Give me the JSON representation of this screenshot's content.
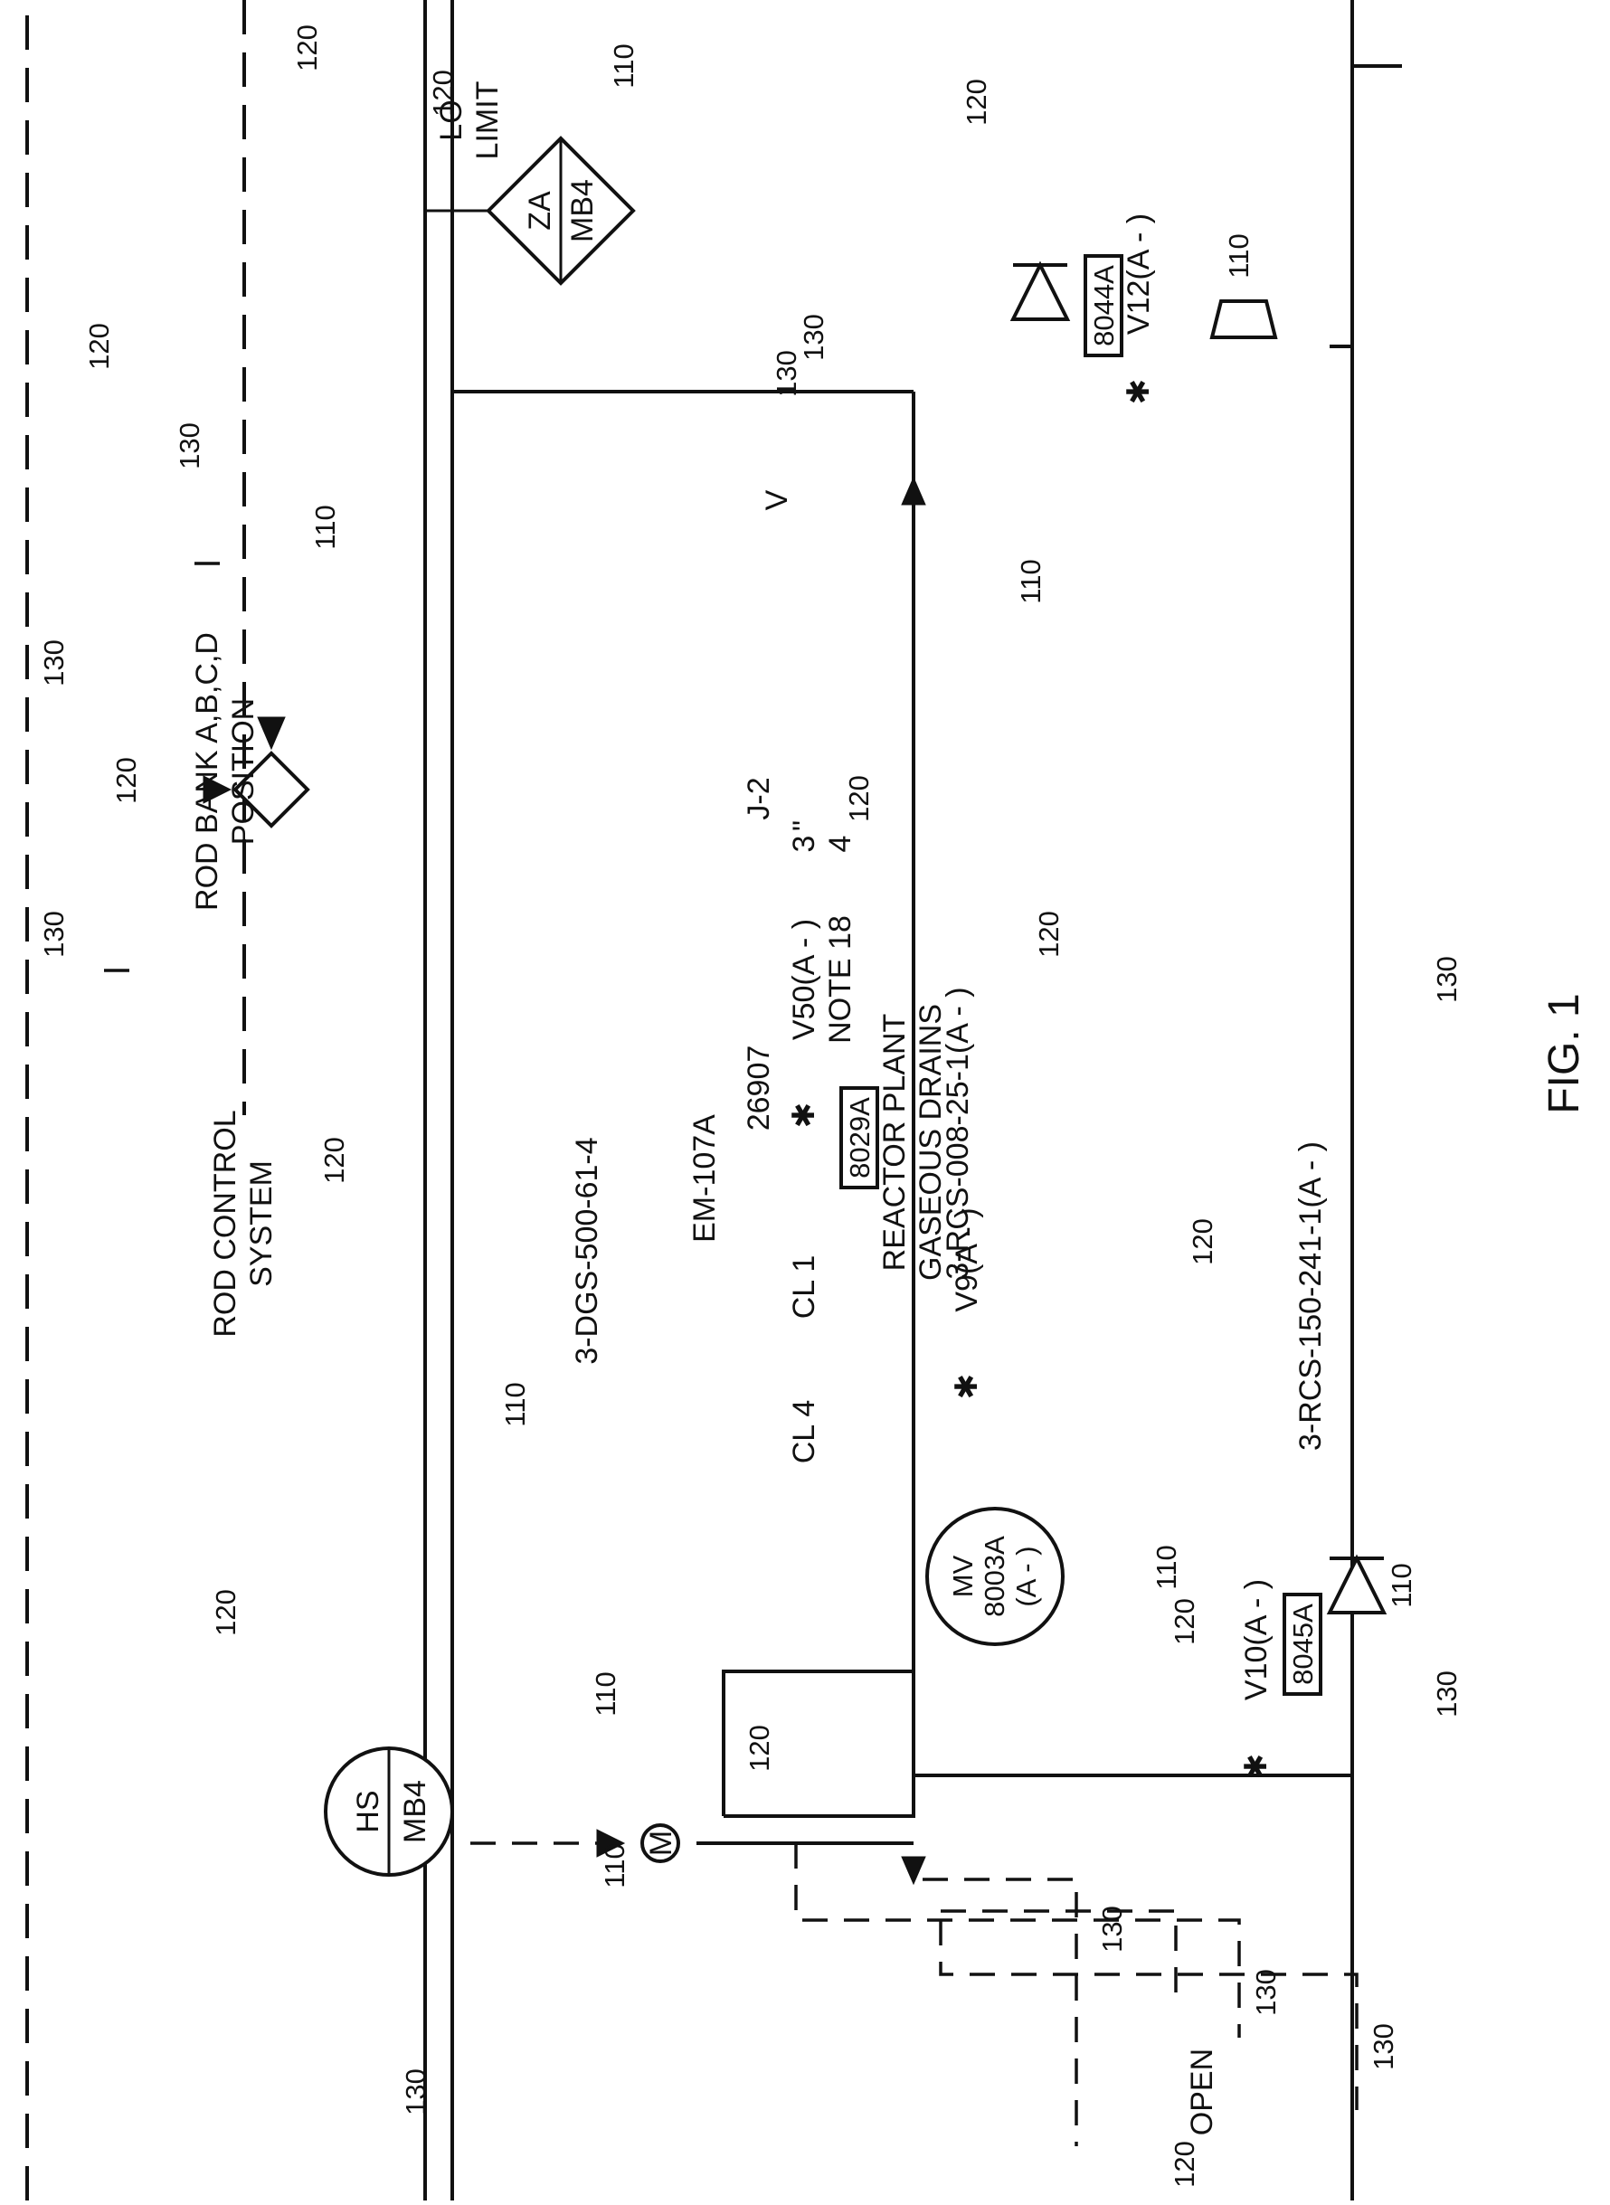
{
  "figure_label": "FIG. 1",
  "labels": {
    "rod_control": "ROD CONTROL",
    "system": "SYSTEM",
    "rod_bank": "ROD BANK A,B,C,D",
    "position": "POSITION",
    "lo": "LO",
    "limit": "LIMIT",
    "za": "ZA",
    "mb4_top": "MB4",
    "hs": "HS",
    "mb4_bottom": "MB4",
    "motor": "M",
    "reactor_plant": "REACTOR PLANT",
    "gaseous_drains": "GASEOUS DRAINS",
    "em107a": "EM-107A",
    "n26907": "26907",
    "j2": "J-2",
    "dgs": "3-DGS-500-61-4",
    "cl1": "CL 1",
    "cl4": "CL 4",
    "v9": "V9(A - )",
    "mv": "MV",
    "n8003a": "8003A",
    "a_paren": "(A - )",
    "v50": "V50(A - )",
    "note18": "NOTE 18",
    "tag8029a": "8029A",
    "frac_num": "3",
    "frac_den": "4",
    "frac_mark": "\"",
    "v": "V",
    "rcs008": "3-RCS-008-25-1(A - )",
    "v12": "V12(A - )",
    "tag8044a": "8044A",
    "v10": "V10(A - )",
    "tag8045a": "8045A",
    "rcs150": "3-RCS-150-241-1(A - )",
    "open": "OPEN",
    "asterisk": "✱"
  },
  "refs": {
    "r110": "110",
    "r120": "120",
    "r130": "130"
  }
}
